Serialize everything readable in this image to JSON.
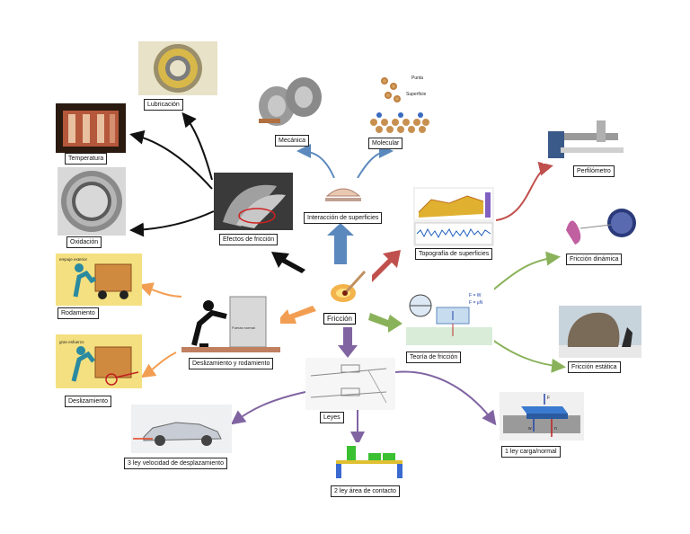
{
  "center": {
    "label": "Fricción"
  },
  "nodes": {
    "efectos": "Efectos de fricción",
    "lubricacion": "Lubricación",
    "temperatura": "Temperatura",
    "oxidacion": "Oxidación",
    "interaccion": "Interacción de superficies",
    "mecanica": "Mecánica",
    "molecular": "Molecular",
    "topografia": "Topografía de superficies",
    "perfilometro": "Perfilómetro",
    "teoria": "Teoría de fricción",
    "dinamica": "Fricción dinámica",
    "estatica": "Fricción estática",
    "deslizamiento_rodamiento": "Deslizamiento y rodamiento",
    "rodamiento": "Rodamiento",
    "deslizamiento": "Deslizamiento",
    "leyes": "Leyes",
    "ley1": "1 ley carga/normal",
    "ley2": "2 ley área de contacto",
    "ley3": "3 ley velocidad de desplazamiento"
  },
  "image_text": {
    "molecular_punta": "Punta",
    "molecular_superficie": "Superficie",
    "rod_top": "empuje exterior",
    "desl_top": "gran esfuerzo",
    "fuerza_normal": "Fuerza normal",
    "teoria_eq1": "F = W",
    "teoria_eq2": "F = μN",
    "ley1_F": "F",
    "ley1_w": "w",
    "ley1_n": "n"
  },
  "colors": {
    "black_arrow": "#111111",
    "blue": "#5b89bd",
    "red": "#c0504d",
    "green": "#8ab25a",
    "orange": "#f29e52",
    "purple": "#8064a2"
  }
}
